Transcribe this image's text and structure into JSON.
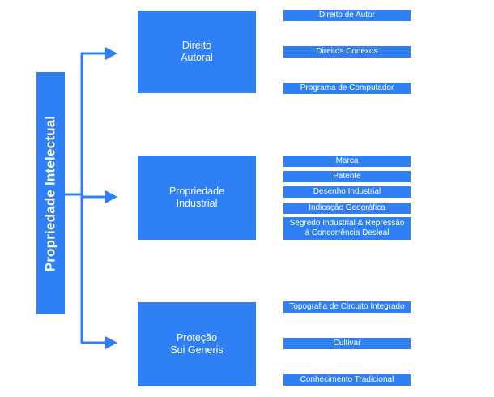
{
  "root": {
    "label": "Propriedade Intelectual"
  },
  "categories": [
    {
      "lines": [
        "Direito",
        "Autoral"
      ],
      "items": [
        {
          "text": "Direito de Autor"
        },
        {
          "text": "Direitos Conexos"
        },
        {
          "text": "Programa de Computador"
        }
      ]
    },
    {
      "lines": [
        "Propriedade",
        "Industrial"
      ],
      "items": [
        {
          "text": "Marca"
        },
        {
          "text": "Patente"
        },
        {
          "text": "Desenho Industrial"
        },
        {
          "text": "Indicação Geográfica"
        },
        {
          "lines": [
            "Segredo Industrial & Repressão",
            "á Concorrência Desleal"
          ]
        }
      ]
    },
    {
      "lines": [
        "Proteção",
        "Sui Generis"
      ],
      "items": [
        {
          "text": "Topografia de Circuito Integrado"
        },
        {
          "text": "Cultivar"
        },
        {
          "text": "Conhecimento Tradicional"
        }
      ]
    }
  ],
  "colors": {
    "box": "#2f80f5",
    "text": "#ffffff",
    "background": "#ffffff"
  }
}
